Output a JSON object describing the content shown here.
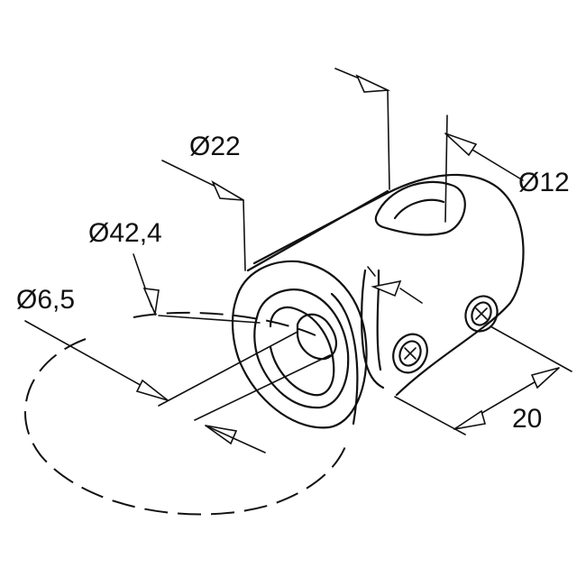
{
  "dimensions": {
    "d22": "Ø22",
    "d12": "Ø12",
    "d42_4": "Ø42,4",
    "d6_5": "Ø6,5",
    "len20": "20"
  }
}
